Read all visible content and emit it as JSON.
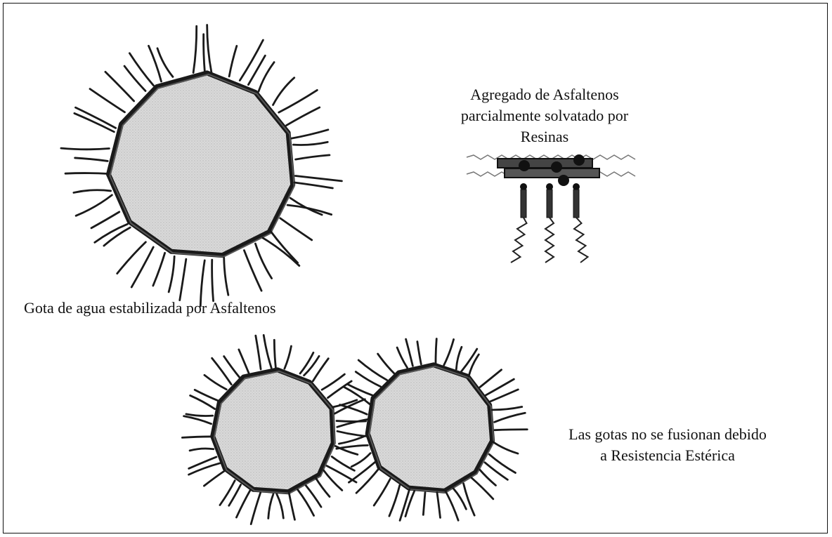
{
  "labels": {
    "aggregate_line1": "Agregado de Asfaltenos",
    "aggregate_line2": "parcialmente solvatado por",
    "aggregate_line3": "Resinas",
    "drop_caption": "Gota de agua estabilizada por Asfaltenos",
    "steric_line1": "Las gotas no se fusionan debido",
    "steric_line2": "a Resistencia Estérica"
  },
  "colors": {
    "droplet_fill": "#d6d6d6",
    "shell": "#1a1a1a",
    "text": "#111111"
  }
}
